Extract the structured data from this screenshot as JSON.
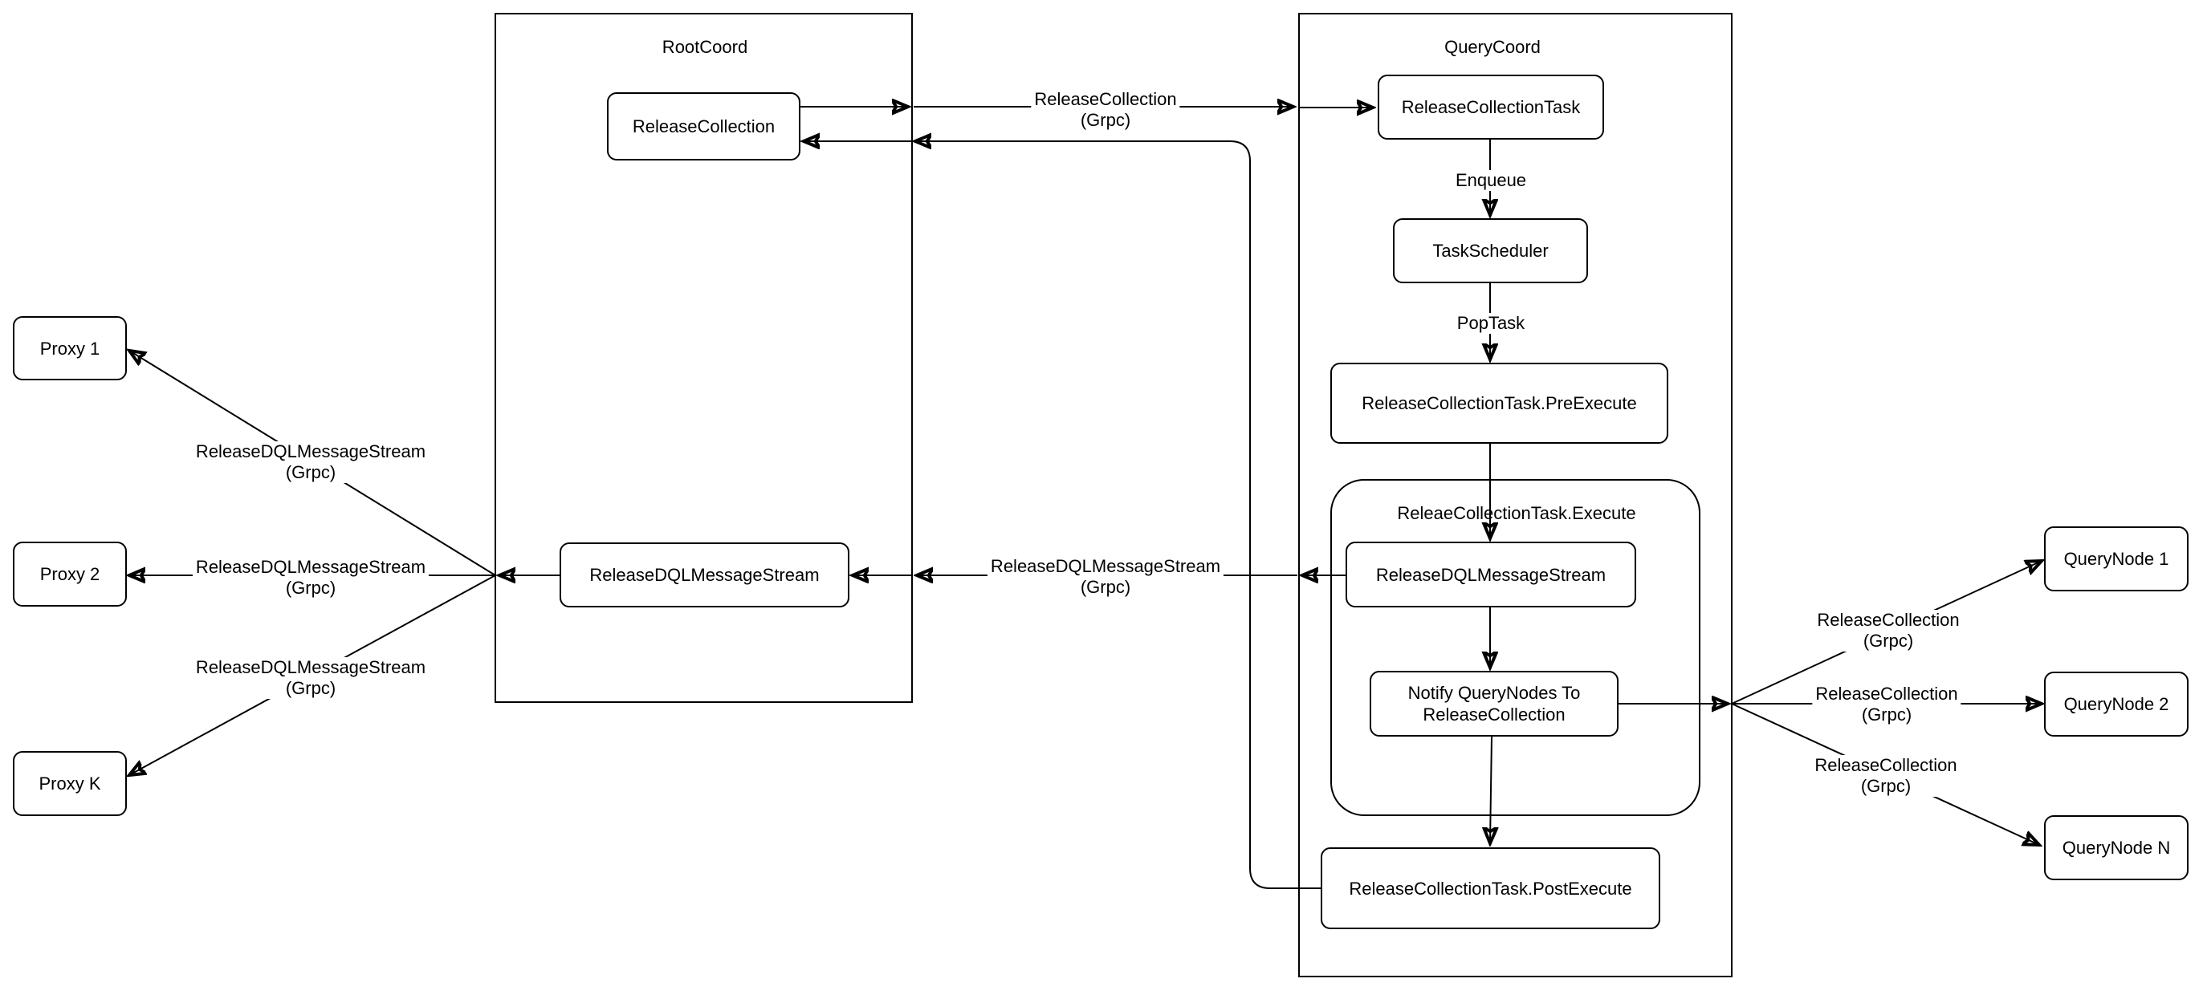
{
  "diagram": {
    "background_color": "#ffffff",
    "stroke_color": "#000000",
    "containers": {
      "rootcoord": {
        "title": "RootCoord"
      },
      "querycoord": {
        "title": "QueryCoord"
      },
      "execute_group": {
        "title": "ReleaeCollectionTask.Execute"
      }
    },
    "nodes": {
      "release_collection": {
        "label": "ReleaseCollection"
      },
      "root_dql_stream": {
        "label": "ReleaseDQLMessageStream"
      },
      "release_collection_task": {
        "label": "ReleaseCollectionTask"
      },
      "task_scheduler": {
        "label": "TaskScheduler"
      },
      "pre_execute": {
        "label": "ReleaseCollectionTask.PreExecute"
      },
      "qc_dql_stream": {
        "label": "ReleaseDQLMessageStream"
      },
      "notify_querynodes": {
        "label": "Notify QueryNodes To\nReleaseCollection"
      },
      "post_execute": {
        "label": "ReleaseCollectionTask.PostExecute"
      },
      "proxy_1": {
        "label": "Proxy 1"
      },
      "proxy_2": {
        "label": "Proxy 2"
      },
      "proxy_k": {
        "label": "Proxy K"
      },
      "querynode_1": {
        "label": "QueryNode 1"
      },
      "querynode_2": {
        "label": "QueryNode 2"
      },
      "querynode_n": {
        "label": "QueryNode N"
      }
    },
    "edge_labels": {
      "release_collection_grpc_top": "ReleaseCollection\n(Grpc)",
      "enqueue": "Enqueue",
      "pop_task": "PopTask",
      "dql_mid": "ReleaseDQLMessageStream\n(Grpc)",
      "dql_proxy1": "ReleaseDQLMessageStream\n(Grpc)",
      "dql_proxy2": "ReleaseDQLMessageStream\n(Grpc)",
      "dql_proxyk": "ReleaseDQLMessageStream\n(Grpc)",
      "rc_querynode1": "ReleaseCollection\n(Grpc)",
      "rc_querynode2": "ReleaseCollection\n(Grpc)",
      "rc_querynoden": "ReleaseCollection\n(Grpc)"
    }
  }
}
